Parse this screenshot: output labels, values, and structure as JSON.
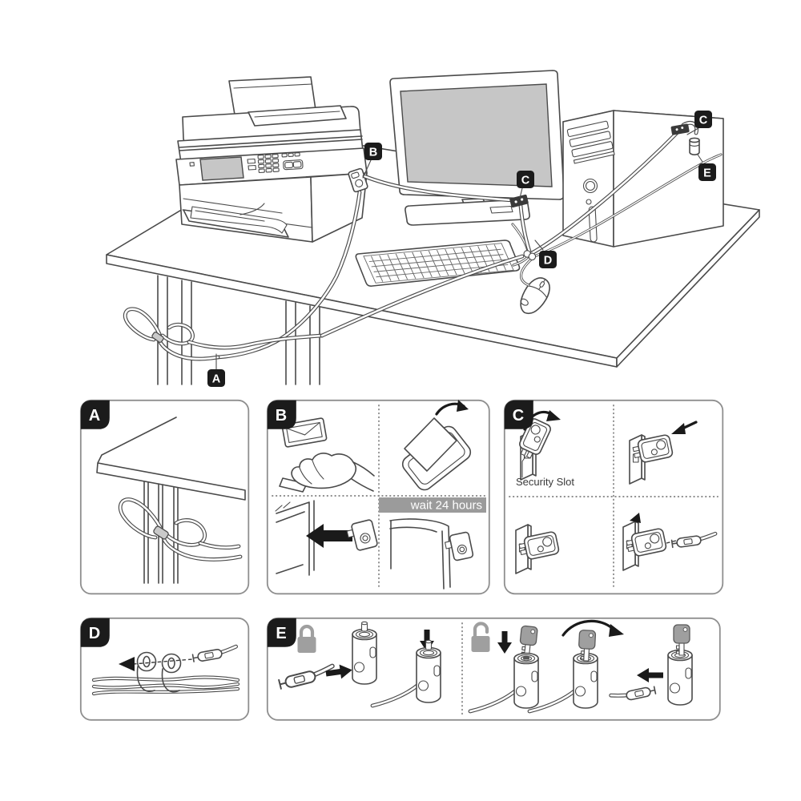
{
  "colors": {
    "line": "#4a4a4a",
    "tag_bg": "#1b1b1b",
    "tag_text": "#ffffff",
    "panel_border": "#8f8f8f",
    "screen_fill": "#c6c6c6",
    "banner_bg": "#9b9b9b",
    "banner_text": "#ffffff",
    "gray_fill": "#9f9f9f",
    "bracket_dark": "#3a3a3a",
    "cable_core": "#ffffff",
    "ferrule": "#c9c9c9",
    "arrow": "#1a1a1a"
  },
  "scene": {
    "tags": {
      "a": "A",
      "b": "B",
      "c_monitor": "C",
      "c_tower": "C",
      "d": "D",
      "e": "E"
    }
  },
  "panels": {
    "a": {
      "tab": "A"
    },
    "b": {
      "tab": "B",
      "banner": "wait 24 hours"
    },
    "c": {
      "tab": "C",
      "slot_label": "Security Slot"
    },
    "d": {
      "tab": "D"
    },
    "e": {
      "tab": "E"
    }
  }
}
